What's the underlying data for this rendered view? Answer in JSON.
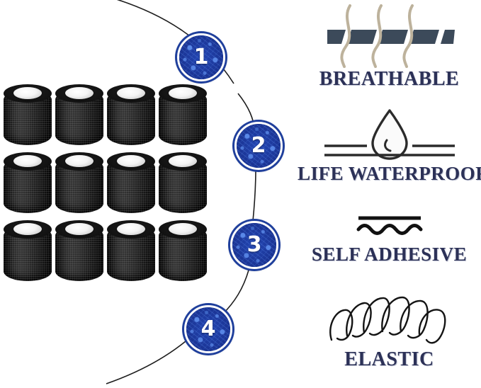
{
  "product": {
    "name": "black-cohesive-bandage-rolls",
    "grid_columns": 4,
    "grid_rows": 3,
    "roll_count": 12,
    "body_color": "#1a1a1a",
    "core_color": "#f2f2f2"
  },
  "flow": {
    "accent_color": "#1a3a9e",
    "line_color": "#1d1d1d",
    "steps": [
      {
        "number": "1",
        "name": "step-breathable"
      },
      {
        "number": "2",
        "name": "step-waterproof"
      },
      {
        "number": "3",
        "name": "step-self-adhesive"
      },
      {
        "number": "4",
        "name": "step-elastic"
      }
    ]
  },
  "features": [
    {
      "label": "BREATHABLE",
      "icon": "airflow-through-fabric-icon",
      "bar_color": "#3c4a5a",
      "wave_color": "#bdb29c"
    },
    {
      "label": "LIFE WATERPROOF",
      "icon": "water-droplet-icon",
      "line_color": "#2b2b2b"
    },
    {
      "label": "SELF ADHESIVE",
      "icon": "wavy-adhesive-surface-icon",
      "line_color": "#111111"
    },
    {
      "label": "ELASTIC",
      "icon": "coiled-spring-icon",
      "line_color": "#141414"
    }
  ],
  "theme": {
    "background": "#ffffff",
    "text_color": "#2c3157",
    "text_shadow_color": "#afb4c8"
  }
}
